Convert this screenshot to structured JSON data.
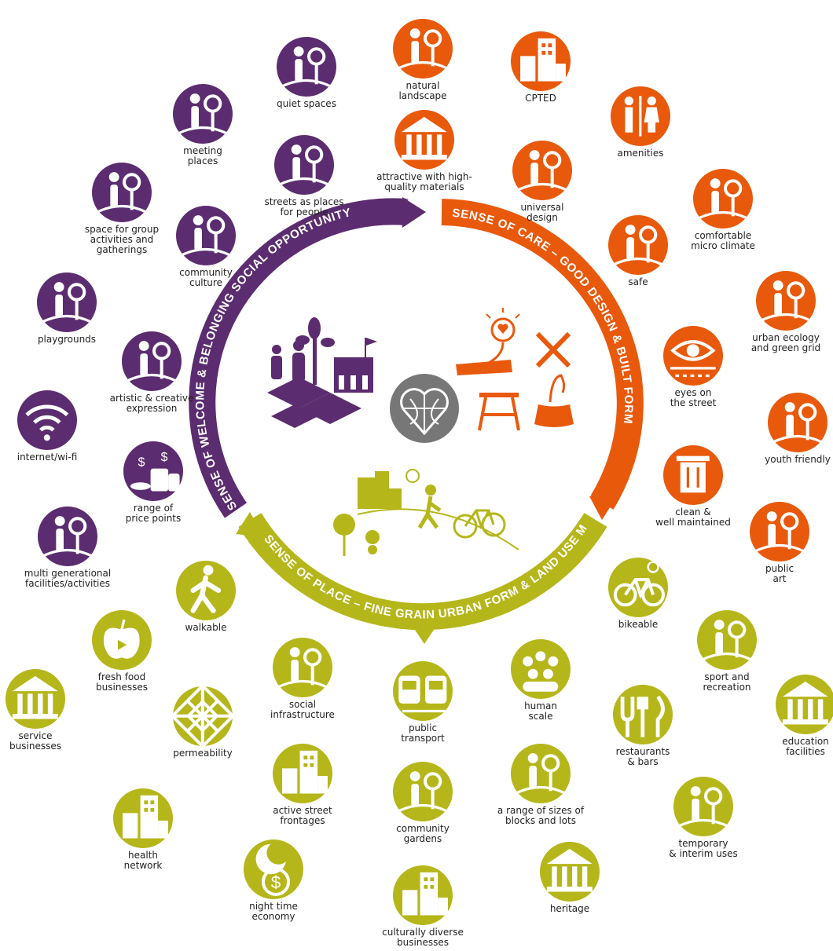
{
  "colors": {
    "purple": "#5b2c6f",
    "orange": "#e8590c",
    "olive": "#b5b61a",
    "grey": "#777777"
  },
  "arcs": {
    "welcome": "SENSE OF WELCOME & BELONGING SOCIAL OPPORTUNITY",
    "care": "SENSE OF CARE – GOOD DESIGN & BUILT FORM",
    "place": "SENSE OF PLACE – FINE GRAIN URBAN FORM & LAND USE MIX"
  },
  "center": {
    "icon": "heart-globe-icon"
  },
  "icons": [
    {
      "label": "quiet spaces",
      "group": "purple",
      "icon": "bench-tree-icon"
    },
    {
      "label": "meeting\nplaces",
      "group": "purple",
      "icon": "people-plaza-icon"
    },
    {
      "label": "streets as places\nfor people",
      "group": "purple",
      "icon": "family-icon"
    },
    {
      "label": "space for group\nactivities and\ngatherings",
      "group": "purple",
      "icon": "park-hill-icon"
    },
    {
      "label": "community\nculture",
      "group": "purple",
      "icon": "culture-wheel-icon"
    },
    {
      "label": "playgrounds",
      "group": "purple",
      "icon": "playground-icon"
    },
    {
      "label": "artistic & creative\nexpression",
      "group": "purple",
      "icon": "gallery-icon"
    },
    {
      "label": "internet/wi-fi",
      "group": "purple",
      "icon": "wifi-icon"
    },
    {
      "label": "range of\nprice points",
      "group": "purple",
      "icon": "coins-icon"
    },
    {
      "label": "multi generational\nfacilities/activities",
      "group": "purple",
      "icon": "generations-icon"
    },
    {
      "label": "natural\nlandscape",
      "group": "orange",
      "icon": "landscape-icon"
    },
    {
      "label": "attractive with high-\nquality materials",
      "group": "orange",
      "icon": "civic-building-icon"
    },
    {
      "label": "CPTED",
      "group": "orange",
      "icon": "tower-icon"
    },
    {
      "label": "universal\ndesign",
      "group": "orange",
      "icon": "accessibility-icon"
    },
    {
      "label": "amenities",
      "group": "orange",
      "icon": "toilets-icon"
    },
    {
      "label": "comfortable\nmicro climate",
      "group": "orange",
      "icon": "sun-cloud-icon"
    },
    {
      "label": "safe",
      "group": "orange",
      "icon": "hands-icon"
    },
    {
      "label": "urban ecology\nand green grid",
      "group": "orange",
      "icon": "ecology-icon"
    },
    {
      "label": "eyes on\nthe street",
      "group": "orange",
      "icon": "eye-icon"
    },
    {
      "label": "youth friendly",
      "group": "orange",
      "icon": "youth-icon"
    },
    {
      "label": "clean &\nwell maintained",
      "group": "orange",
      "icon": "bin-icon"
    },
    {
      "label": "public\nart",
      "group": "orange",
      "icon": "sculpture-icon"
    },
    {
      "label": "walkable",
      "group": "olive",
      "icon": "walker-icon"
    },
    {
      "label": "fresh food\nbusinesses",
      "group": "olive",
      "icon": "apple-icon"
    },
    {
      "label": "service\nbusinesses",
      "group": "olive",
      "icon": "bank-hand-icon"
    },
    {
      "label": "social\ninfrastructure",
      "group": "olive",
      "icon": "social-icon"
    },
    {
      "label": "permeability",
      "group": "olive",
      "icon": "grid-pattern-icon"
    },
    {
      "label": "public\ntransport",
      "group": "olive",
      "icon": "bus-train-icon"
    },
    {
      "label": "human\nscale",
      "group": "olive",
      "icon": "crowd-icon"
    },
    {
      "label": "bikeable",
      "group": "olive",
      "icon": "bicycle-icon"
    },
    {
      "label": "sport and\nrecreation",
      "group": "olive",
      "icon": "sport-icon"
    },
    {
      "label": "education\nfacilities",
      "group": "olive",
      "icon": "education-icon"
    },
    {
      "label": "restaurants\n& bars",
      "group": "olive",
      "icon": "cutlery-icon"
    },
    {
      "label": "health\nnetwork",
      "group": "olive",
      "icon": "health-buildings-icon"
    },
    {
      "label": "active street\nfrontages",
      "group": "olive",
      "icon": "shopfront-icon"
    },
    {
      "label": "community\ngardens",
      "group": "olive",
      "icon": "garden-icon"
    },
    {
      "label": "a range of sizes of\nblocks and lots",
      "group": "olive",
      "icon": "globe-blocks-icon"
    },
    {
      "label": "temporary\n& interim uses",
      "group": "olive",
      "icon": "market-stall-icon"
    },
    {
      "label": "night time\neconomy",
      "group": "olive",
      "icon": "moon-dollar-icon"
    },
    {
      "label": "culturally diverse\nbusinesses",
      "group": "olive",
      "icon": "city-icon"
    },
    {
      "label": "heritage",
      "group": "olive",
      "icon": "heritage-icon"
    }
  ]
}
